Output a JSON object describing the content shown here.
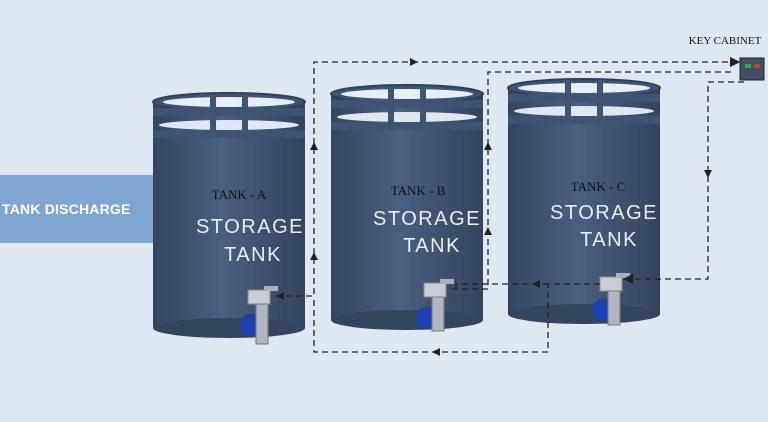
{
  "diagram": {
    "discharge_label": "TANK DISCHARGE",
    "key_cabinet_label": "KEY CABINET",
    "tanks": [
      {
        "name": "TANK - A",
        "line1": "STORAGE",
        "line2": "TANK"
      },
      {
        "name": "TANK - B",
        "line1": "STORAGE",
        "line2": "TANK"
      },
      {
        "name": "TANK - C",
        "line1": "STORAGE",
        "line2": "TANK"
      }
    ],
    "colors": {
      "background": "#dde8f2",
      "tank_body": "#3f5372",
      "tank_dark": "#2f405c",
      "valve_blue": "#1f3fb0",
      "dashed_line": "#333333",
      "cabinet_green": "#3a7a5a"
    }
  }
}
